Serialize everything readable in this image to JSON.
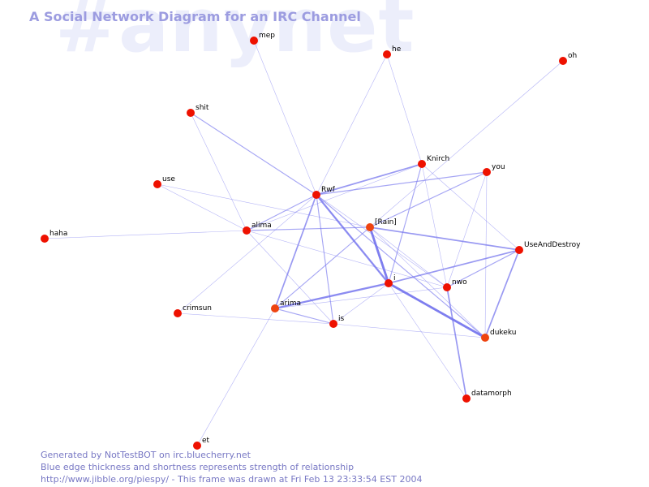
{
  "watermark": "#anynet",
  "title": "A Social Network Diagram for an IRC Channel",
  "footer": {
    "line1": "Generated by NotTestBOT on irc.bluecherry.net",
    "line2": "Blue edge thickness and shortness represents strength of relationship",
    "line3": "http://www.jibble.org/piespy/ - This frame was drawn at Fri Feb 13 23:33:54 EST 2004"
  },
  "colors": {
    "node": "#ee1100",
    "node_alt": "#ee4411",
    "edge": "#7777ee",
    "title": "#9c9ce0",
    "watermark": "#eceefb",
    "footer": "#7878c4"
  },
  "nodes": [
    {
      "id": "mep",
      "label": "mep"
    },
    {
      "id": "he",
      "label": "he"
    },
    {
      "id": "oh",
      "label": "oh"
    },
    {
      "id": "shit",
      "label": "shit"
    },
    {
      "id": "knirch",
      "label": "Knirch"
    },
    {
      "id": "you",
      "label": "you"
    },
    {
      "id": "use",
      "label": "use"
    },
    {
      "id": "rwf",
      "label": "Rwf"
    },
    {
      "id": "rain",
      "label": "[Rain]"
    },
    {
      "id": "alima",
      "label": "alima"
    },
    {
      "id": "haha",
      "label": "haha"
    },
    {
      "id": "useanddestroy",
      "label": "UseAndDestroy"
    },
    {
      "id": "i",
      "label": "i"
    },
    {
      "id": "nwo",
      "label": "nwo"
    },
    {
      "id": "arima",
      "label": "arima"
    },
    {
      "id": "crimsun",
      "label": "crimsun"
    },
    {
      "id": "is",
      "label": "is"
    },
    {
      "id": "dukeku",
      "label": "dukeku"
    },
    {
      "id": "datamorph",
      "label": "datamorph"
    },
    {
      "id": "et",
      "label": "et"
    }
  ],
  "edges": [
    {
      "source": "rain",
      "target": "i",
      "strength": 5
    },
    {
      "source": "i",
      "target": "dukeku",
      "strength": 5
    },
    {
      "source": "rwf",
      "target": "i",
      "strength": 4
    },
    {
      "source": "arima",
      "target": "i",
      "strength": 4
    },
    {
      "source": "useanddestroy",
      "target": "dukeku",
      "strength": 3
    },
    {
      "source": "nwo",
      "target": "datamorph",
      "strength": 3
    },
    {
      "source": "i",
      "target": "useanddestroy",
      "strength": 3
    },
    {
      "source": "rain",
      "target": "useanddestroy",
      "strength": 3
    },
    {
      "source": "rwf",
      "target": "arima",
      "strength": 3
    },
    {
      "source": "rwf",
      "target": "knirch",
      "strength": 3
    },
    {
      "source": "alima",
      "target": "rain",
      "strength": 2
    },
    {
      "source": "shit",
      "target": "rwf",
      "strength": 2
    },
    {
      "source": "rain",
      "target": "arima",
      "strength": 2
    },
    {
      "source": "rwf",
      "target": "dukeku",
      "strength": 2
    },
    {
      "source": "rwf",
      "target": "is",
      "strength": 2
    },
    {
      "source": "rwf",
      "target": "alima",
      "strength": 2
    },
    {
      "source": "rain",
      "target": "you",
      "strength": 2
    },
    {
      "source": "rwf",
      "target": "you",
      "strength": 2
    },
    {
      "source": "knirch",
      "target": "i",
      "strength": 2
    },
    {
      "source": "nwo",
      "target": "useanddestroy",
      "strength": 2
    },
    {
      "source": "arima",
      "target": "is",
      "strength": 2
    },
    {
      "source": "mep",
      "target": "rwf",
      "strength": 1
    },
    {
      "source": "he",
      "target": "rwf",
      "strength": 1
    },
    {
      "source": "he",
      "target": "knirch",
      "strength": 1
    },
    {
      "source": "oh",
      "target": "rain",
      "strength": 1
    },
    {
      "source": "shit",
      "target": "alima",
      "strength": 1
    },
    {
      "source": "use",
      "target": "alima",
      "strength": 1
    },
    {
      "source": "use",
      "target": "rain",
      "strength": 1
    },
    {
      "source": "haha",
      "target": "alima",
      "strength": 1
    },
    {
      "source": "alima",
      "target": "knirch",
      "strength": 1
    },
    {
      "source": "alima",
      "target": "is",
      "strength": 1
    },
    {
      "source": "alima",
      "target": "nwo",
      "strength": 1
    },
    {
      "source": "crimsun",
      "target": "rwf",
      "strength": 1
    },
    {
      "source": "crimsun",
      "target": "is",
      "strength": 1
    },
    {
      "source": "et",
      "target": "arima",
      "strength": 1
    },
    {
      "source": "is",
      "target": "dukeku",
      "strength": 1
    },
    {
      "source": "is",
      "target": "i",
      "strength": 1
    },
    {
      "source": "arima",
      "target": "nwo",
      "strength": 1
    },
    {
      "source": "rain",
      "target": "nwo",
      "strength": 1
    },
    {
      "source": "rain",
      "target": "dukeku",
      "strength": 1
    },
    {
      "source": "knirch",
      "target": "nwo",
      "strength": 1
    },
    {
      "source": "knirch",
      "target": "useanddestroy",
      "strength": 1
    },
    {
      "source": "you",
      "target": "nwo",
      "strength": 1
    },
    {
      "source": "you",
      "target": "dukeku",
      "strength": 1
    },
    {
      "source": "i",
      "target": "datamorph",
      "strength": 1
    },
    {
      "source": "rwf",
      "target": "nwo",
      "strength": 1
    }
  ]
}
